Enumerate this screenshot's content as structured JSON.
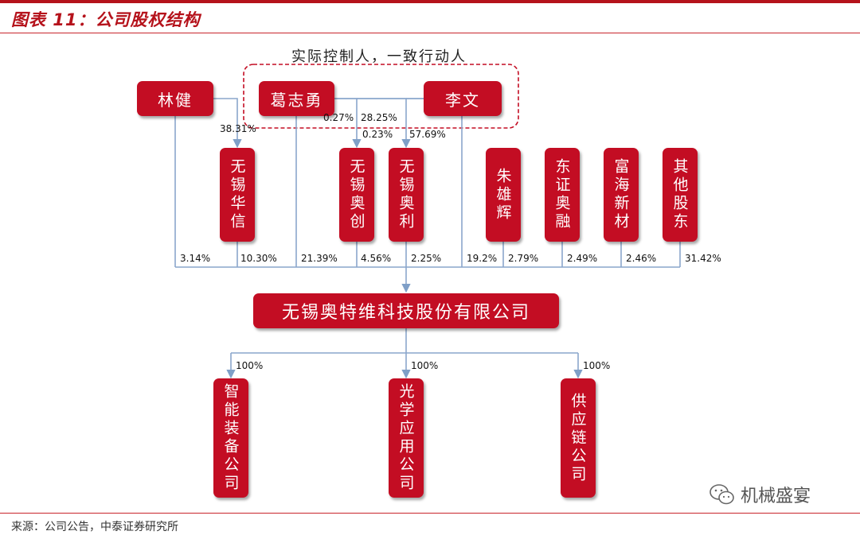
{
  "title": "图表 11：公司股权结构",
  "control_label": "实际控制人，一致行动人",
  "shareholders_top": {
    "linjian": "林健",
    "gezhiyong": "葛志勇",
    "liwen": "李文"
  },
  "intermediate": {
    "wxhx": "无锡华信",
    "wxac": "无锡奥创",
    "wxal": "无锡奥利",
    "zxh": "朱雄辉",
    "dzar": "东证奥融",
    "fhxc": "富海新材",
    "qtgd": "其他股东"
  },
  "company": "无锡奥特维科技股份有限公司",
  "subsidiaries": {
    "zn": "智能装备公司",
    "gx": "光学应用公司",
    "gy": "供应链公司"
  },
  "percentages": {
    "lj_wxhx": "38.31%",
    "gzy_wxac": "0.27%",
    "gzy_wxal": "28.25%",
    "lw_wxac": "0.23%",
    "lw_wxal": "57.69%",
    "lj_co": "3.14%",
    "wxhx_co": "10.30%",
    "gzy_co": "21.39%",
    "wxac_co": "4.56%",
    "wxal_co": "2.25%",
    "lw_co": "19.2%",
    "zxh_co": "2.79%",
    "dzar_co": "2.49%",
    "fhxc_co": "2.46%",
    "qtgd_co": "31.42%",
    "sub1": "100%",
    "sub2": "100%",
    "sub3": "100%"
  },
  "source": "来源：公司公告，中泰证券研究所",
  "watermark": "机械盛宴",
  "colors": {
    "box_fill": "#c30d23",
    "line": "#7f9fc7",
    "accent": "#b5121b"
  }
}
